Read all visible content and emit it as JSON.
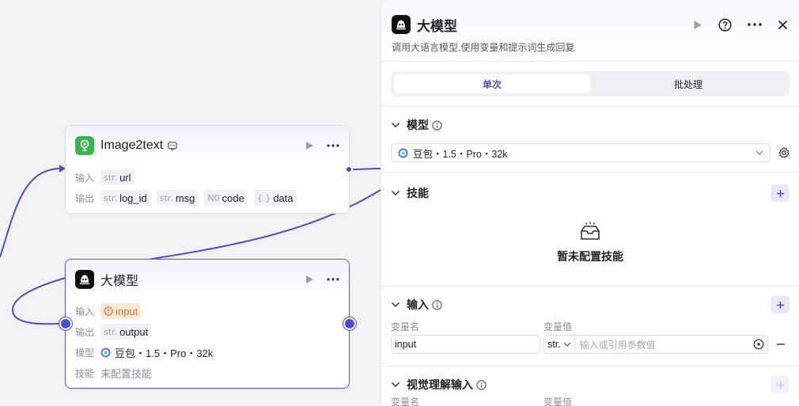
{
  "nodes": {
    "image2text": {
      "title": "Image2text",
      "input_label": "输入",
      "output_label": "输出",
      "inputs": [
        {
          "type": "str.",
          "name": "url"
        }
      ],
      "outputs": [
        {
          "type": "str.",
          "name": "log_id"
        },
        {
          "type": "str.",
          "name": "msg"
        },
        {
          "type": "N0",
          "name": "code"
        },
        {
          "type": "{ }",
          "name": "data"
        }
      ]
    },
    "llm": {
      "title": "大模型",
      "input_label": "输入",
      "output_label": "输出",
      "model_label": "模型",
      "skill_label": "技能",
      "input_tag": "input",
      "output_type": "str.",
      "output_name": "output",
      "model_value": "豆包・1.5・Pro・32k",
      "skill_value": "未配置技能"
    }
  },
  "panel": {
    "title": "大模型",
    "description": "调用大语言模型,使用变量和提示词生成回复",
    "tabs": [
      {
        "label": "单次",
        "active": true
      },
      {
        "label": "批处理",
        "active": false
      }
    ],
    "model_section": {
      "title": "模型",
      "selected": "豆包・1.5・Pro・32k"
    },
    "skills_section": {
      "title": "技能",
      "empty_text": "暂未配置技能"
    },
    "input_section": {
      "title": "输入",
      "col_name": "变量名",
      "col_value": "变量值",
      "rows": [
        {
          "name": "input",
          "type": "str.",
          "value_placeholder": "输入或引用参数值"
        }
      ]
    },
    "vision_section": {
      "title": "视觉理解输入",
      "col_name": "变量名",
      "col_value": "变量值"
    }
  },
  "colors": {
    "accent": "#4e4cd8",
    "edge": "#4e4cd8",
    "warning": "#e8742c",
    "node_icon_green": "#3bb54a"
  },
  "icons": [
    "image2text-node-icon",
    "llm-node-icon",
    "play-icon",
    "more-icon",
    "help-icon",
    "close-icon",
    "chevron-down-icon",
    "info-icon",
    "plus-icon",
    "gear-icon",
    "empty-box-icon",
    "variable-icon",
    "minus-icon",
    "doubao-icon",
    "warning-icon",
    "badge-icon"
  ]
}
